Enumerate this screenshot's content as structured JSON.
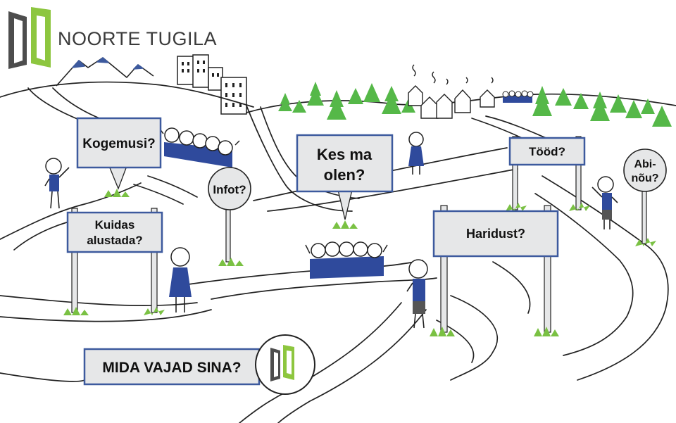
{
  "brand": {
    "name": "NOORTE TUGILA",
    "logo_icon": "door-logo-icon",
    "colors": {
      "green": "#8dc63f",
      "dark_grey": "#4d4d4d",
      "text": "#3b3b3b"
    }
  },
  "signs": {
    "kogemusi": "Kogemusi?",
    "infot": "Infot?",
    "kes_ma_olen_1": "Kes ma",
    "kes_ma_olen_2": "olen?",
    "tood": "Tööd?",
    "abinou_1": "Abi-",
    "abinou_2": "nõu?",
    "kuidas_1": "Kuidas",
    "kuidas_2": "alustada?",
    "haridust": "Haridust?",
    "mida_vajad": "MIDA VAJAD SINA?"
  },
  "colors": {
    "sign_fill": "#e6e7e8",
    "sign_border": "#3d5a9e",
    "figure_blue": "#2f4a9c",
    "tree_green": "#55b848",
    "grass_green": "#7ac143",
    "line": "#222222"
  }
}
